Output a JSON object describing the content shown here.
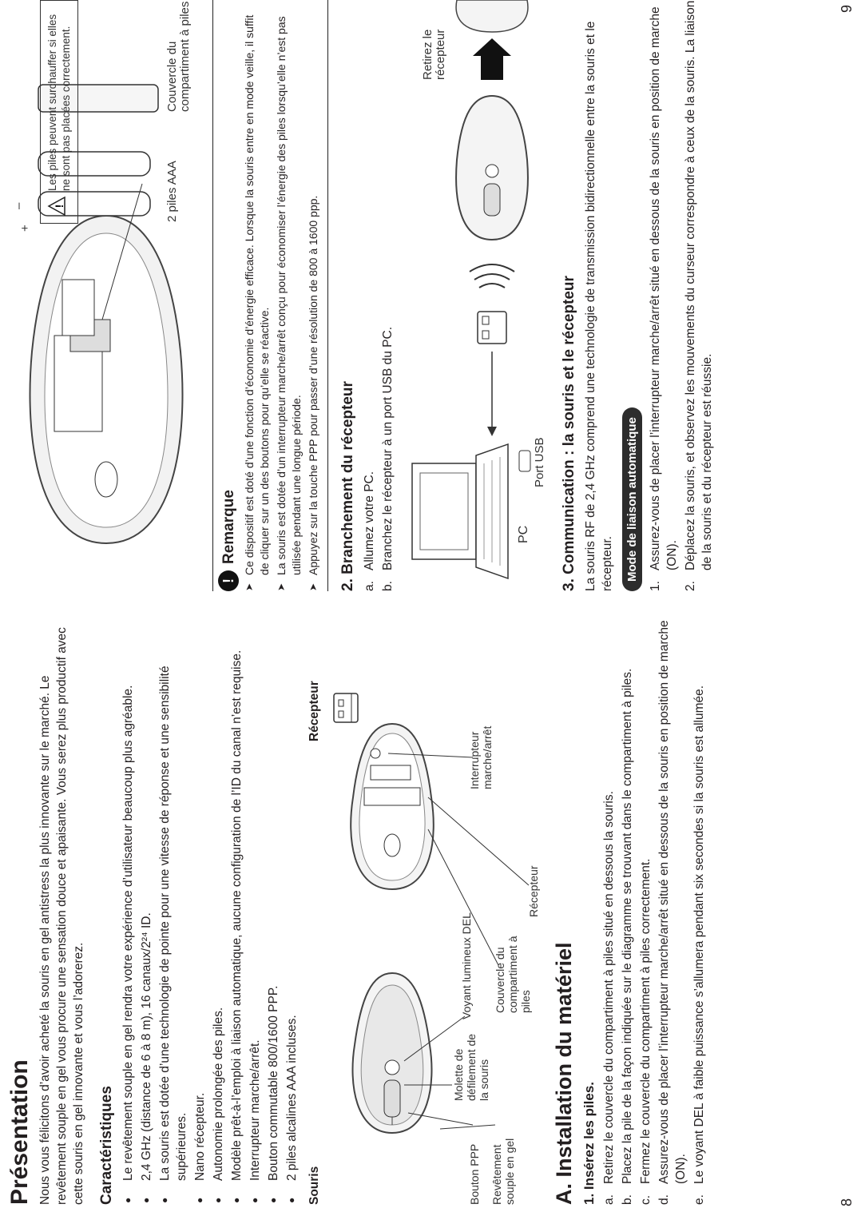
{
  "page_numbers": {
    "left": "8",
    "right": "9"
  },
  "left": {
    "title": "Présentation",
    "intro": "Nous vous félicitons d’avoir acheté la souris en gel antistress la plus innovante sur le marché. Le revêtement souple en gel vous procure une sensation douce et apaisante. Vous serez plus productif avec cette souris en gel innovante et vous l’adorerez.",
    "features_title": "Caractéristiques",
    "features": [
      "Le revêtement souple en gel rendra votre expérience d’utilisateur beaucoup plus agréable.",
      "2,4 GHz (distance de 6 à 8 m), 16 canaux/2²⁴ ID.",
      "La souris est dotée d’une technologie de pointe pour une vitesse de réponse et une sensibilité supérieures.",
      "Nano récepteur.",
      "Autonomie prolongée des piles.",
      "Modèle prêt-à-l’emploi à liaison automatique, aucune configuration de l’ID du canal n’est requise.",
      "Interrupteur marche/arrêt.",
      "Bouton commutable 800/1600 PPP.",
      "2 piles alcalines AAA incluses."
    ],
    "mouse_label": "Souris",
    "receiver_label": "Récepteur",
    "diagram_labels": {
      "ppp_button": "Bouton PPP",
      "gel_coating": "Revêtement souple en gel",
      "scroll_wheel": "Molette de défilement de la souris",
      "led": "Voyant lumineux DEL",
      "battery_cover": "Couvercle du compartiment à piles",
      "receiver": "Récepteur",
      "power_switch": "Interrupteur marche/arrêt"
    },
    "installation_title": "A. Installation du matériel",
    "step1_title": "1. Insérez les piles.",
    "step1_items": [
      {
        "marker": "a.",
        "text": "Retirez le couvercle du compartiment à piles situé en dessous la souris."
      },
      {
        "marker": "b.",
        "text": "Placez la pile de la façon indiquée sur le diagramme se trouvant dans le compartiment à piles."
      },
      {
        "marker": "c.",
        "text": "Fermez le couvercle du compartiment à piles correctement."
      },
      {
        "marker": "d.",
        "text": "Assurez-vous de placer l’interrupteur marche/arrêt situé en dessous de la souris en position de marche (ON)."
      },
      {
        "marker": "e.",
        "text": "Le voyant DEL à faible puissance s’allumera pendant six secondes si la souris est allumée."
      }
    ]
  },
  "right": {
    "battery_label": "2 piles AAA",
    "plus_sign": "+",
    "minus_sign": "–",
    "cover_label": "Couvercle du compartiment à piles",
    "battery_warning": "Les piles peuvent surchauffer si elles ne sont pas placées correctement.",
    "remove_receiver": "Retirez le récepteur",
    "remark_icon": "!",
    "remark_title": "Remarque",
    "remarks": [
      "Ce dispositif est doté d’une fonction d’économie d’énergie efficace. Lorsque la souris entre en mode veille, il suffit de cliquer sur un des boutons pour qu’elle se réactive.",
      "La souris est dotée d’un interrupteur marche/arrêt conçu pour économiser l’énergie des piles lorsqu’elle n’est pas utilisée pendant une longue période.",
      "Appuyez sur la touche PPP pour passer d’une résolution de 800 à 1600 ppp."
    ],
    "connect_title": "2. Branchement du récepteur",
    "connect_items": [
      {
        "marker": "a.",
        "text": "Allumez votre PC."
      },
      {
        "marker": "b.",
        "text": "Branchez le récepteur à un port USB du PC."
      }
    ],
    "pc_label": "PC",
    "usb_port_label": "Port USB",
    "comm_title": "3. Communication : la souris et le récepteur",
    "comm_intro": "La souris RF de 2,4 GHz comprend une technologie de transmission bidirectionnelle entre la souris et le récepteur.",
    "auto_link_mode": "Mode de liaison automatique",
    "comm_steps": [
      {
        "marker": "1.",
        "text": "Assurez-vous de placer l’interrupteur marche/arrêt situé en dessous de la souris en position de marche (ON)."
      },
      {
        "marker": "2.",
        "text": "Déplacez la souris, et observez les mouvements du curseur correspondre à ceux de la souris. La liaison de la souris et du récepteur est réussie."
      }
    ]
  }
}
